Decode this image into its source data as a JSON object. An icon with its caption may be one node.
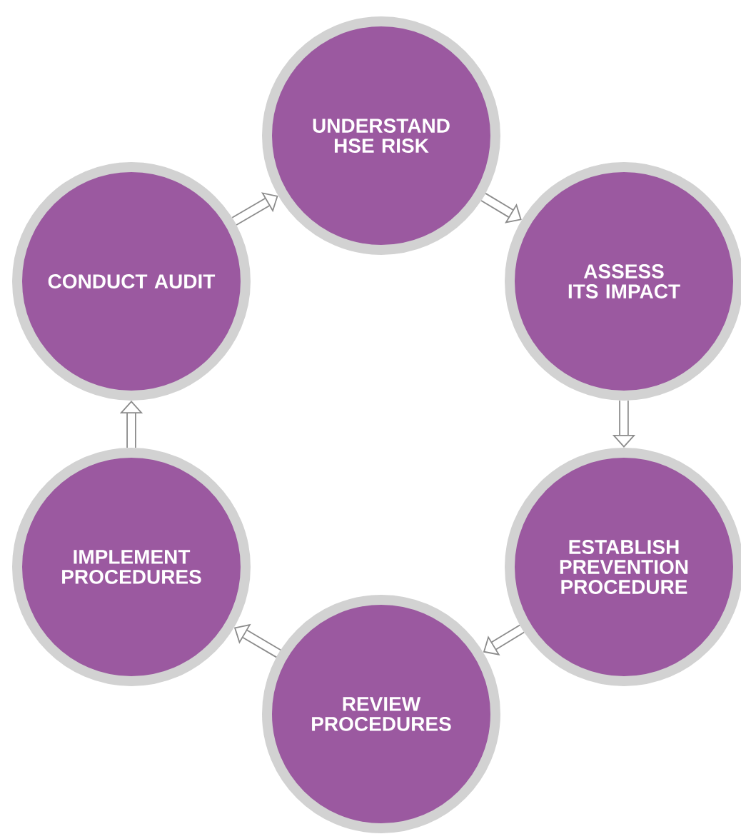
{
  "diagram": {
    "nodes": [
      {
        "text": [
          "UNDERSTAND HSE RISK"
        ]
      },
      {
        "text": [
          "ASSESS ITS IMPACT"
        ]
      },
      {
        "text": [
          "ESTABLISH PREVENTION PROCEDURE"
        ]
      },
      {
        "text": [
          "REVIEW PROCEDURES"
        ]
      },
      {
        "text": [
          "IMPLEMENT PROCEDURES"
        ]
      },
      {
        "text": [
          "CONDUCT AUDIT"
        ]
      }
    ],
    "edges": [
      {
        "from": 0,
        "to": 1,
        "arrow": "to"
      },
      {
        "from": 1,
        "to": 2,
        "arrow": "to"
      },
      {
        "from": 2,
        "to": 3,
        "arrow": "to"
      },
      {
        "from": 3,
        "to": 4,
        "arrow": "to"
      },
      {
        "from": 4,
        "to": 5,
        "arrow": "to"
      },
      {
        "from": 5,
        "to": 0,
        "arrow": "to"
      }
    ]
  }
}
